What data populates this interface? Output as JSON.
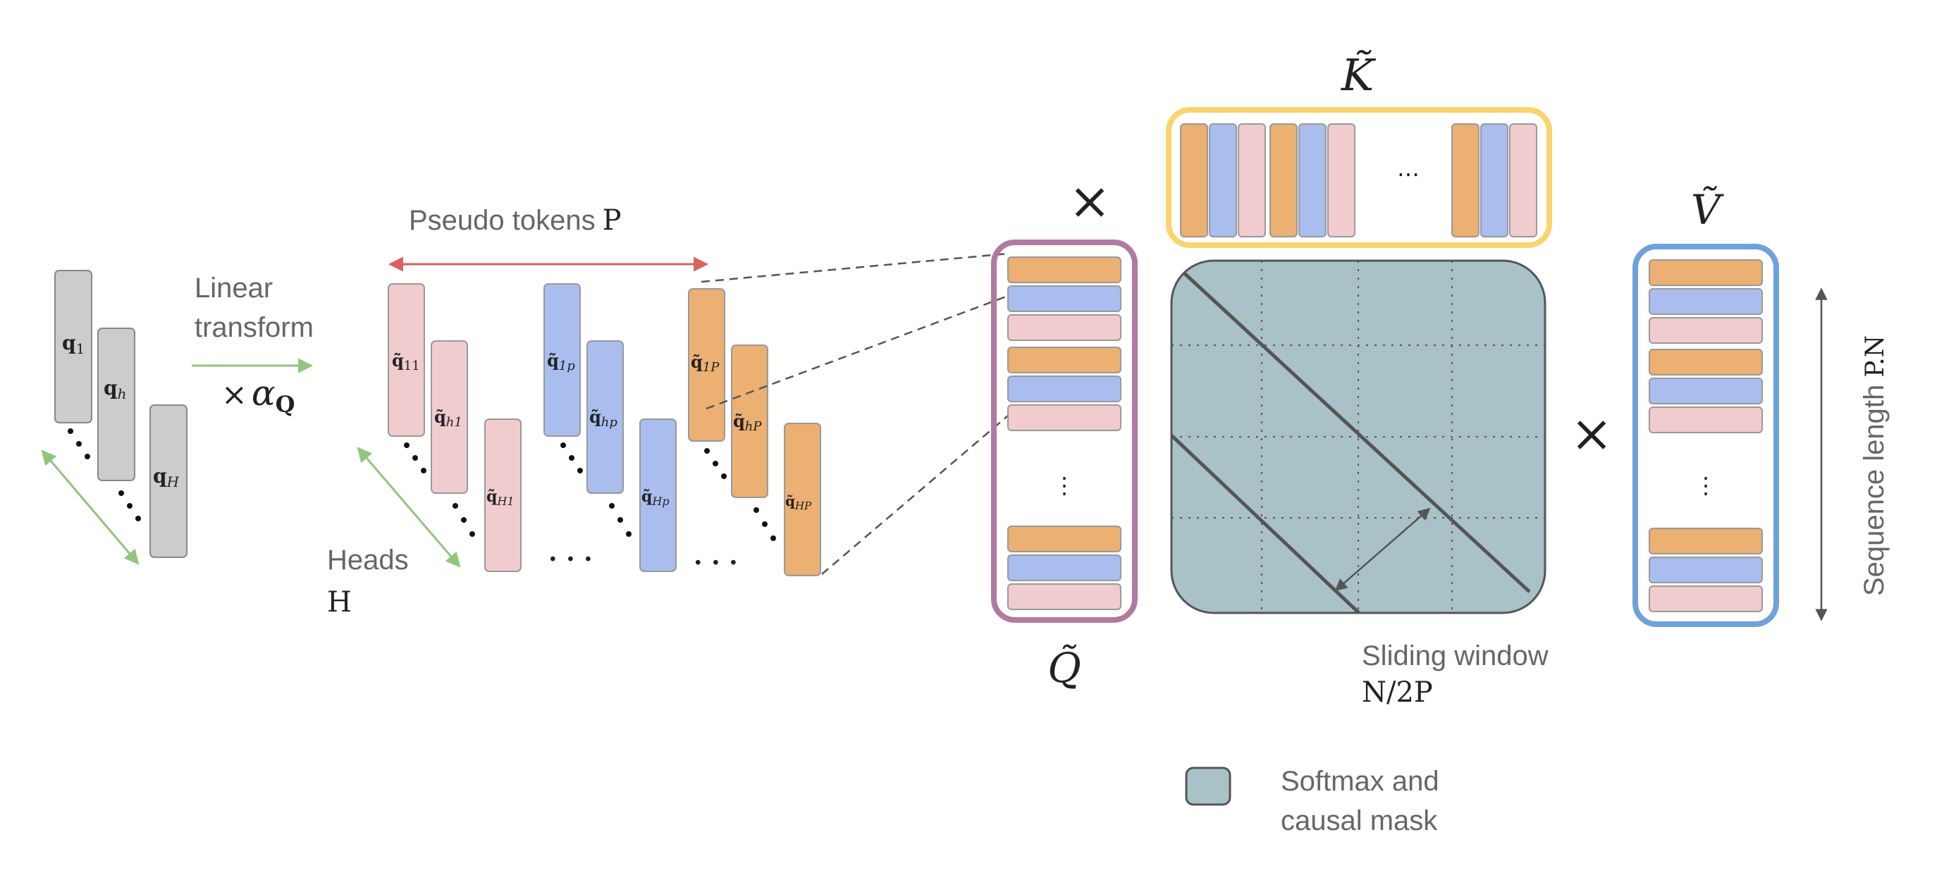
{
  "colors": {
    "gray": "#cccccc",
    "pink": "#f0ccce",
    "blue": "#a9bdef",
    "orange": "#ebb072",
    "red_arrow": "#d9615e",
    "green_arrow": "#93c47d",
    "teal": "#a9c2c7",
    "q_frame": "#b07aa1",
    "k_frame": "#fbd46d",
    "v_frame": "#6fa1dc"
  },
  "queries": {
    "labels": [
      "q",
      "q",
      "q"
    ],
    "subscripts": [
      "1",
      "h",
      "H"
    ]
  },
  "linear_transform": {
    "line1": "Linear",
    "line2": "transform",
    "scale_symbol": "×",
    "scale_var": "α",
    "scale_sub": "Q"
  },
  "pseudo": {
    "title": "Pseudo tokens",
    "title_var": "P",
    "heads_label": "Heads",
    "heads_var": "H",
    "ellipsis": "· · ·",
    "groups": [
      {
        "labels": [
          "q̃",
          "q̃",
          "q̃"
        ],
        "subs": [
          "11",
          "h1",
          "H1"
        ],
        "color_key": "pink"
      },
      {
        "labels": [
          "q̃",
          "q̃",
          "q̃"
        ],
        "subs": [
          "1p",
          "hp",
          "Hp"
        ],
        "color_key": "blue"
      },
      {
        "labels": [
          "q̃",
          "q̃",
          "q̃"
        ],
        "subs": [
          "1P",
          "hP",
          "HP"
        ],
        "color_key": "orange"
      }
    ]
  },
  "matrices": {
    "k_symbol": "K̃",
    "q_symbol": "Q̃",
    "v_symbol": "Ṽ",
    "times": "×",
    "ellipsis": "⋯",
    "vellipsis": "⋮"
  },
  "attention": {
    "sliding_label": "Sliding window",
    "sliding_value": "N/2P",
    "seq_label": "Sequence length",
    "seq_value": "P.N"
  },
  "legend": {
    "line1": "Softmax and",
    "line2": "causal mask"
  }
}
